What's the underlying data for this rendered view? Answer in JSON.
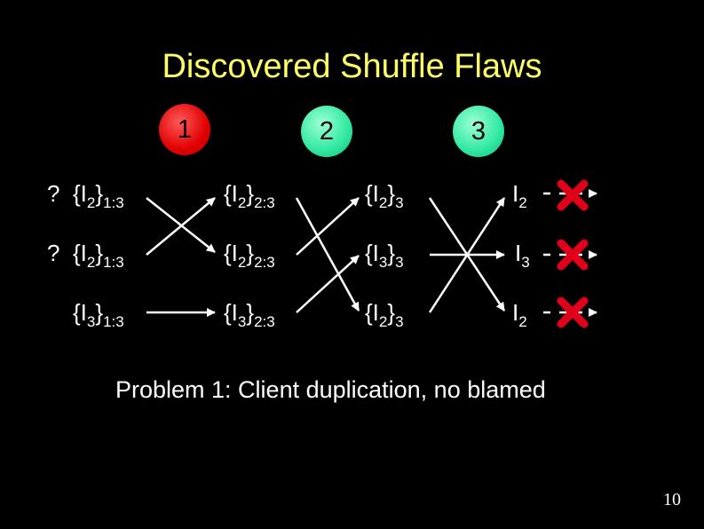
{
  "title": "Discovered Shuffle Flaws",
  "nodes": [
    "1",
    "2",
    "3"
  ],
  "rows": [
    {
      "q": "?",
      "c1": {
        "v": "2",
        "s": "1:3"
      },
      "c2": {
        "v": "2",
        "s": "2:3"
      },
      "c3": {
        "v": "2",
        "s": "3"
      },
      "out": "2"
    },
    {
      "q": "?",
      "c1": {
        "v": "2",
        "s": "1:3"
      },
      "c2": {
        "v": "2",
        "s": "2:3"
      },
      "c3": {
        "v": "3",
        "s": "3"
      },
      "out": "3"
    },
    {
      "q": "",
      "c1": {
        "v": "3",
        "s": "1:3"
      },
      "c2": {
        "v": "3",
        "s": "2:3"
      },
      "c3": {
        "v": "2",
        "s": "3"
      },
      "out": "2"
    }
  ],
  "problem": "Problem 1: Client duplication, no blamed",
  "page_number": "10",
  "colors": {
    "title": "#ffff66",
    "node1": "#e00000",
    "node23": "#2fe8a0",
    "x_mark": "#e0001a"
  }
}
